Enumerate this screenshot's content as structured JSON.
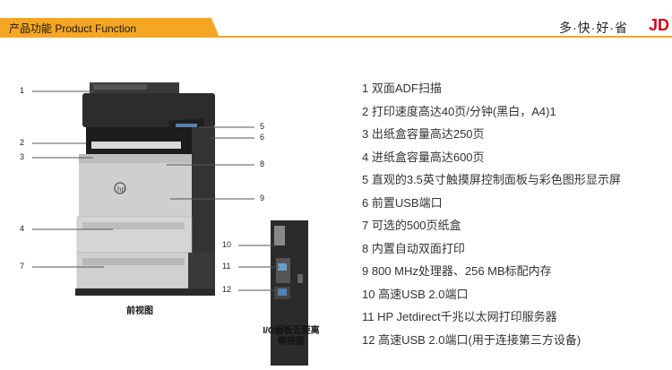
{
  "header": {
    "title": "产品功能 Product Function",
    "slogan": "多·快·好·省",
    "brand": "JD"
  },
  "figure": {
    "callouts": [
      "1",
      "2",
      "3",
      "4",
      "5",
      "6",
      "7",
      "8",
      "9",
      "10",
      "11",
      "12"
    ],
    "front_caption": "前视图",
    "side_caption_line1": "I/O面板近距离",
    "side_caption_line2": "侧视图",
    "logo": "hp"
  },
  "features": [
    "1 双面ADF扫描",
    "2 打印速度高达40页/分钟(黑白，A4)1",
    "3 出纸盒容量高达250页",
    "4 进纸盒容量高达600页",
    "5 直观的3.5英寸触摸屏控制面板与彩色图形显示屏",
    "6 前置USB端口",
    "7 可选的500页纸盒",
    "8 内置自动双面打印",
    "9 800 MHz处理器、256 MB标配内存",
    "10 高速USB 2.0端口",
    "11 HP Jetdirect千兆以太网打印服务器",
    "12 高速USB 2.0端口(用于连接第三方设备)"
  ],
  "colors": {
    "accent": "#f5a623",
    "brand": "#d0021b"
  }
}
